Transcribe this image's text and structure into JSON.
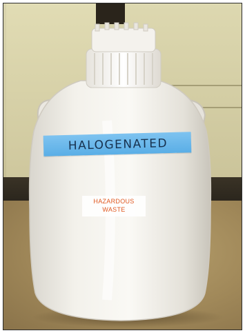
{
  "photo": {
    "tape_label": "HALOGENATED",
    "hazard_label": {
      "line1": "HAZARDOUS",
      "line2": "WASTE"
    },
    "colors": {
      "tape": "#5aaee6",
      "hazard_text": "#e0571e",
      "container": "#eeeae2"
    }
  }
}
